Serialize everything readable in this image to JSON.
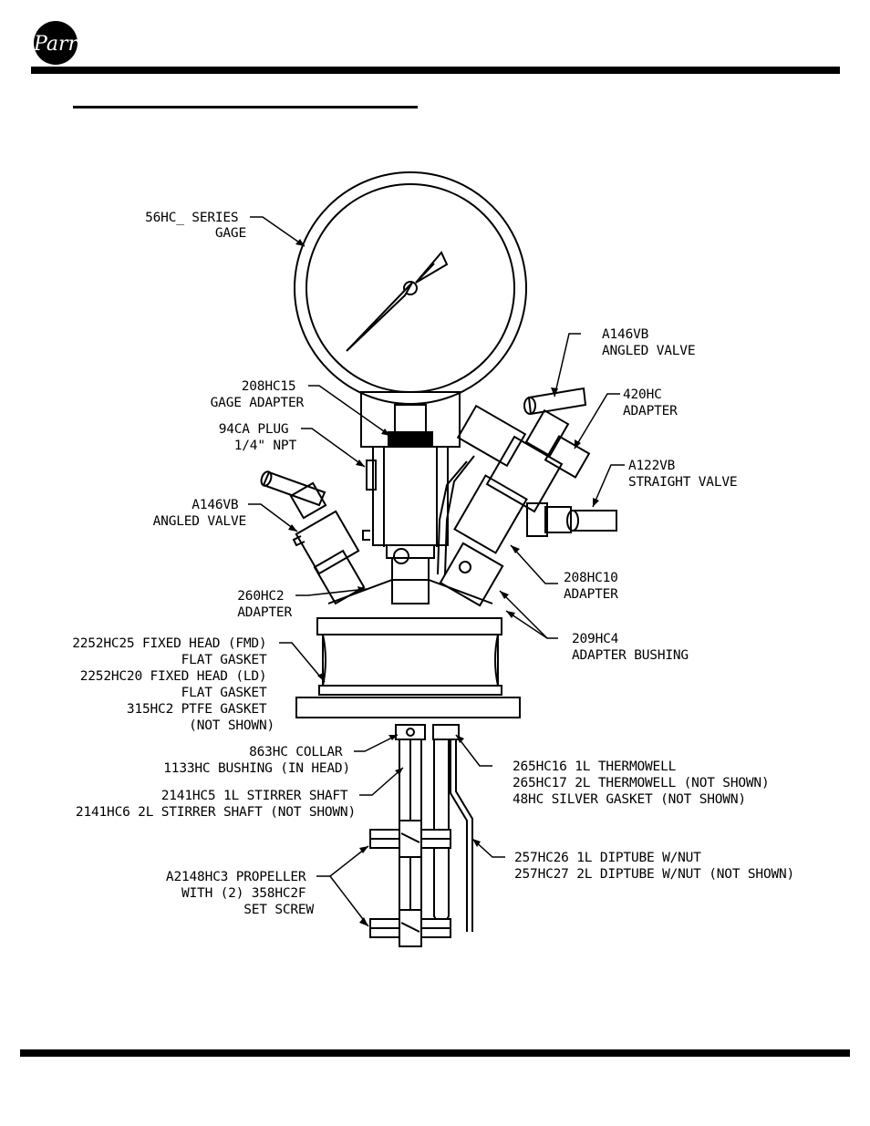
{
  "logo": {
    "text": "Parr"
  },
  "labels": {
    "gage": [
      "56HC_ SERIES",
      "GAGE"
    ],
    "gage_adapter": [
      "208HC15",
      "GAGE ADAPTER"
    ],
    "plug": [
      "94CA PLUG",
      "1/4\" NPT"
    ],
    "angled_valve_left": [
      "A146VB",
      "ANGLED VALVE"
    ],
    "adapter_260": [
      "260HC2",
      "ADAPTER"
    ],
    "fixed_head": [
      "2252HC25 FIXED HEAD (FMD)",
      "FLAT GASKET",
      "2252HC20 FIXED HEAD (LD)",
      "FLAT GASKET",
      "315HC2 PTFE GASKET",
      "(NOT SHOWN)"
    ],
    "collar": [
      "863HC COLLAR",
      "1133HC BUSHING (IN HEAD)"
    ],
    "stirrer_shaft": [
      "2141HC5 1L STIRRER SHAFT",
      "2141HC6 2L STIRRER SHAFT (NOT SHOWN)"
    ],
    "propeller": [
      "A2148HC3 PROPELLER",
      "WITH (2) 358HC2F",
      "SET SCREW"
    ],
    "angled_valve_right": [
      "A146VB",
      "ANGLED VALVE"
    ],
    "adapter_420": [
      "420HC",
      "ADAPTER"
    ],
    "straight_valve": [
      "A122VB",
      "STRAIGHT VALVE"
    ],
    "adapter_208hc10": [
      "208HC10",
      "ADAPTER"
    ],
    "adapter_bushing": [
      "209HC4",
      "ADAPTER BUSHING"
    ],
    "thermowell": [
      "265HC16 1L THERMOWELL",
      "265HC17 2L THERMOWELL (NOT SHOWN)",
      "48HC SILVER GASKET (NOT SHOWN)"
    ],
    "diptube": [
      "257HC26 1L DIPTUBE W/NUT",
      "257HC27 2L DIPTUBE W/NUT (NOT SHOWN)"
    ]
  }
}
